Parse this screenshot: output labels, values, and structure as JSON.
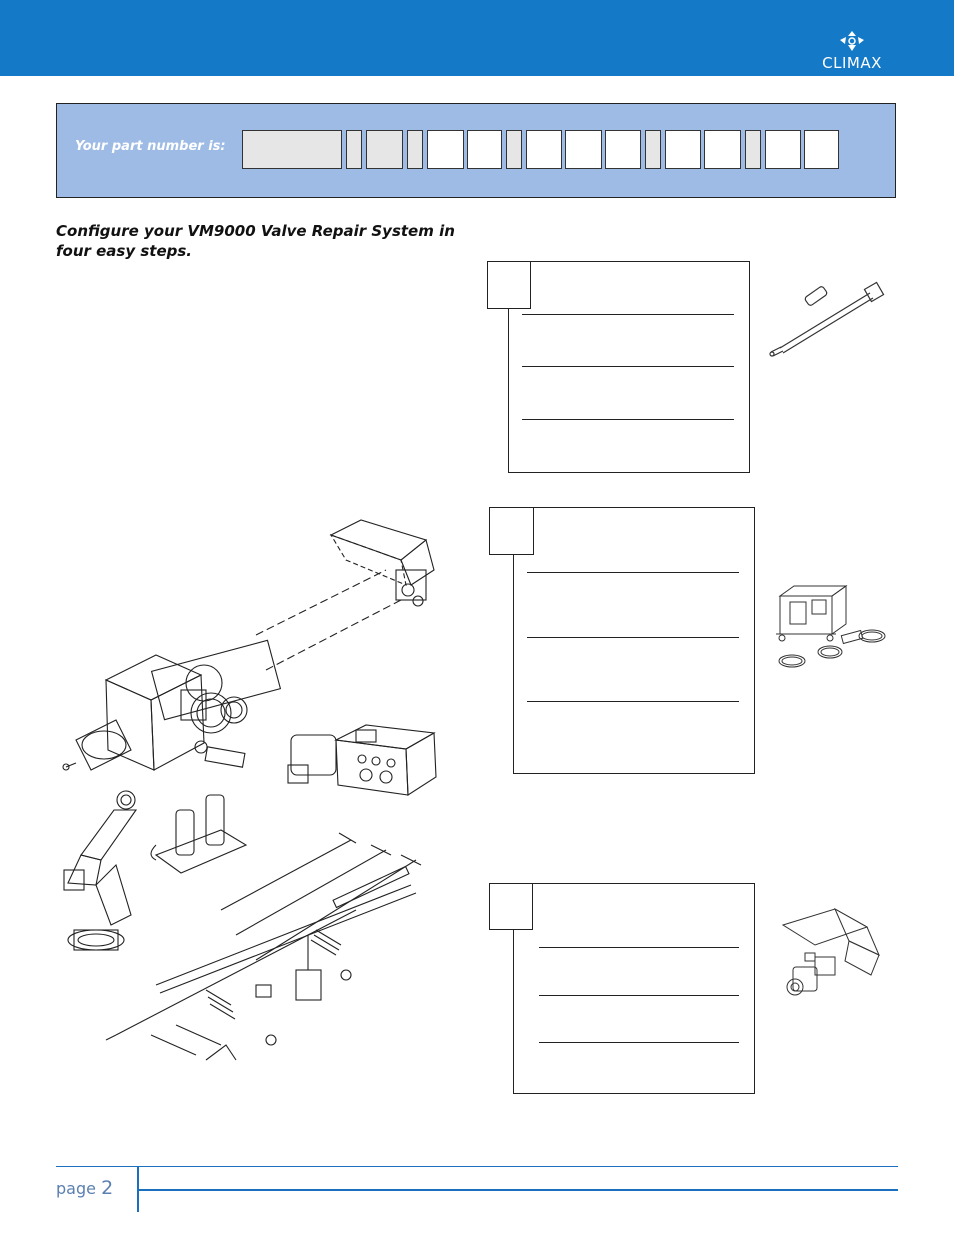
{
  "header": {
    "brand": "CLIMAX",
    "colors": {
      "bar": "#1479c6",
      "panel": "#9dbbe4",
      "rule": "#1a6fbe"
    }
  },
  "part_number": {
    "label": "Your part number is:",
    "cells": [
      "wide",
      "thin",
      "box",
      "thin",
      "box",
      "box",
      "thin",
      "box",
      "box",
      "box",
      "thin",
      "box",
      "box",
      "thin",
      "box",
      "box"
    ]
  },
  "intro": "Configure your VM9000 Valve Repair System in four easy steps.",
  "steps": [
    {
      "lines": 3
    },
    {
      "lines": 3
    },
    {
      "lines": 3
    }
  ],
  "footer": {
    "page_label": "page",
    "page_number": "2"
  },
  "illustrations": [
    "boring-bar-illustration",
    "hydraulic-power-unit-illustration",
    "feed-arm-illustration",
    "valve-repair-machine-illustration"
  ]
}
